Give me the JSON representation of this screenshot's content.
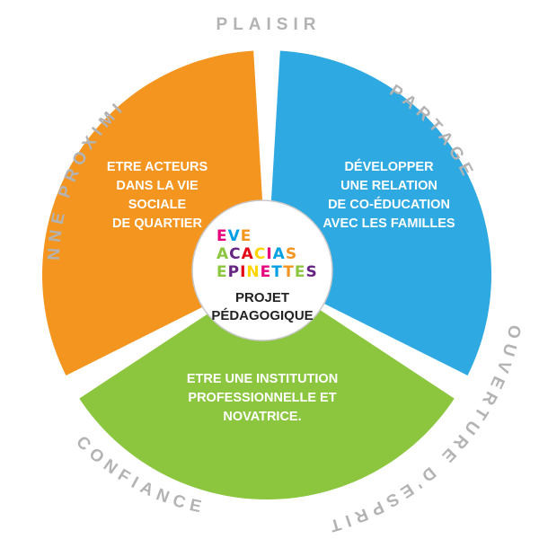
{
  "colors": {
    "orange": "#F49520",
    "blue": "#2FA9E1",
    "green": "#8CC63F",
    "ring_text": "#B3B3B3",
    "center_border": "#C9C9C9",
    "center_text": "#222222",
    "segment_text": "#FFFFFF",
    "logo_colors": [
      "#E6007E",
      "#00A0E3",
      "#F49520",
      "#8CC63F",
      "#662483",
      "#E30613",
      "#FFD500"
    ]
  },
  "outer_words": {
    "plaisir": "PLAISIR",
    "partage": "PARTAGE",
    "ouverture": "OUVERTURE D'ESPRIT",
    "confiance": "CONFIANCE",
    "proximite": "BONNE PROXIMITE"
  },
  "segments": {
    "orange": [
      "ETRE ACTEURS",
      "DANS LA VIE",
      "SOCIALE",
      "DE QUARTIER"
    ],
    "blue": [
      "DÉVELOPPER",
      "UNE RELATION",
      "DE CO-ÉDUCATION",
      "AVEC LES FAMILLES"
    ],
    "green": [
      "ETRE UNE INSTITUTION",
      "PROFESSIONNELLE ET",
      "NOVATRICE."
    ]
  },
  "logo": {
    "line1": "EVE",
    "line2": "ACACIAS",
    "line3": "EPINETTES",
    "icon": "eve-acacias-epinettes-logo"
  },
  "center": {
    "line1": "PROJET",
    "line2": "PÉDAGOGIQUE"
  }
}
